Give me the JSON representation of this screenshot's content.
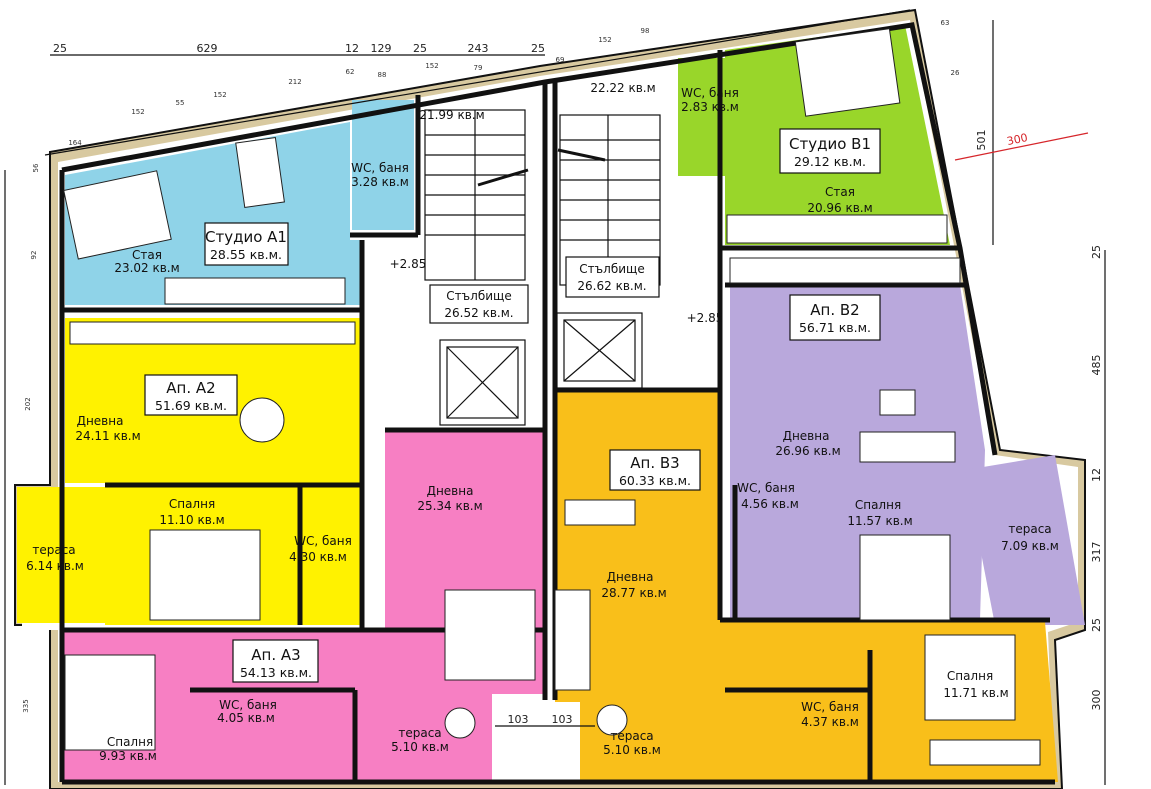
{
  "colors": {
    "studio_a1": "#8fd3e8",
    "apt_a2": "#fff200",
    "apt_a3": "#f77fc3",
    "studio_b1": "#99d62a",
    "apt_b2": "#b9a8dc",
    "apt_b3": "#f9bf1a",
    "facade": "#d8c9a0",
    "dimension_red": "#d6262b"
  },
  "stairs_a": {
    "area": "21.99 кв.м",
    "hall_name": "Стълбище",
    "hall_area": "26.52 кв.м.",
    "level": "+2.85"
  },
  "stairs_b": {
    "area": "22.22 кв.м",
    "hall_name": "Стълбище",
    "hall_area": "26.62 кв.м.",
    "level": "+2.85"
  },
  "studio_a1": {
    "title": "Студио А1",
    "area": "28.55 кв.м.",
    "room": {
      "name": "Стая",
      "area": "23.02 кв.м"
    },
    "wc": {
      "name": "WC, баня",
      "area": "3.28 кв.м"
    }
  },
  "studio_b1": {
    "title": "Студио В1",
    "area": "29.12 кв.м.",
    "room": {
      "name": "Стая",
      "area": "20.96 кв.м"
    },
    "wc": {
      "name": "WC, баня",
      "area": "2.83 кв.м"
    }
  },
  "apt_a2": {
    "title": "Ап. А2",
    "area": "51.69 кв.м.",
    "living": {
      "name": "Дневна",
      "area": "24.11 кв.м"
    },
    "bedroom": {
      "name": "Спалня",
      "area": "11.10 кв.м"
    },
    "wc": {
      "name": "WC, баня",
      "area": "4.30 кв.м"
    },
    "terrace": {
      "name": "тераса",
      "area": "6.14 кв.м"
    }
  },
  "apt_a3": {
    "title": "Ап. А3",
    "area": "54.13 кв.м.",
    "living": {
      "name": "Дневна",
      "area": "25.34 кв.м"
    },
    "bedroom": {
      "name": "Спалня",
      "area": "9.93 кв.м"
    },
    "wc": {
      "name": "WC, баня",
      "area": "4.05 кв.м"
    },
    "terrace": {
      "name": "тераса",
      "area": "5.10 кв.м"
    }
  },
  "apt_b2": {
    "title": "Ап. В2",
    "area": "56.71 кв.м.",
    "living": {
      "name": "Дневна",
      "area": "26.96 кв.м"
    },
    "bedroom": {
      "name": "Спалня",
      "area": "11.57 кв.м"
    },
    "wc": {
      "name": "WC, баня",
      "area": "4.56 кв.м"
    },
    "terrace": {
      "name": "тераса",
      "area": "7.09 кв.м"
    }
  },
  "apt_b3": {
    "title": "Ап. В3",
    "area": "60.33 кв.м.",
    "living": {
      "name": "Дневна",
      "area": "28.77 кв.м"
    },
    "bedroom": {
      "name": "Спалня",
      "area": "11.71 кв.м"
    },
    "wc": {
      "name": "WC, баня",
      "area": "4.37 кв.м"
    },
    "terrace": {
      "name": "тераса",
      "area": "5.10 кв.м"
    }
  },
  "dimensions": {
    "top": [
      "25",
      "629",
      "12",
      "129",
      "25",
      "243",
      "25"
    ],
    "facade": [
      "164",
      "152",
      "55",
      "152",
      "212",
      "62",
      "88",
      "152",
      "79",
      "69",
      "152",
      "98"
    ],
    "right_slant": [
      "63",
      "26"
    ],
    "right": [
      "501",
      "25",
      "485",
      "12",
      "317",
      "25",
      "300"
    ],
    "offset_red": "300",
    "left": [
      "56",
      "92",
      "202",
      "335"
    ],
    "bottom": [
      "103",
      "103"
    ]
  }
}
